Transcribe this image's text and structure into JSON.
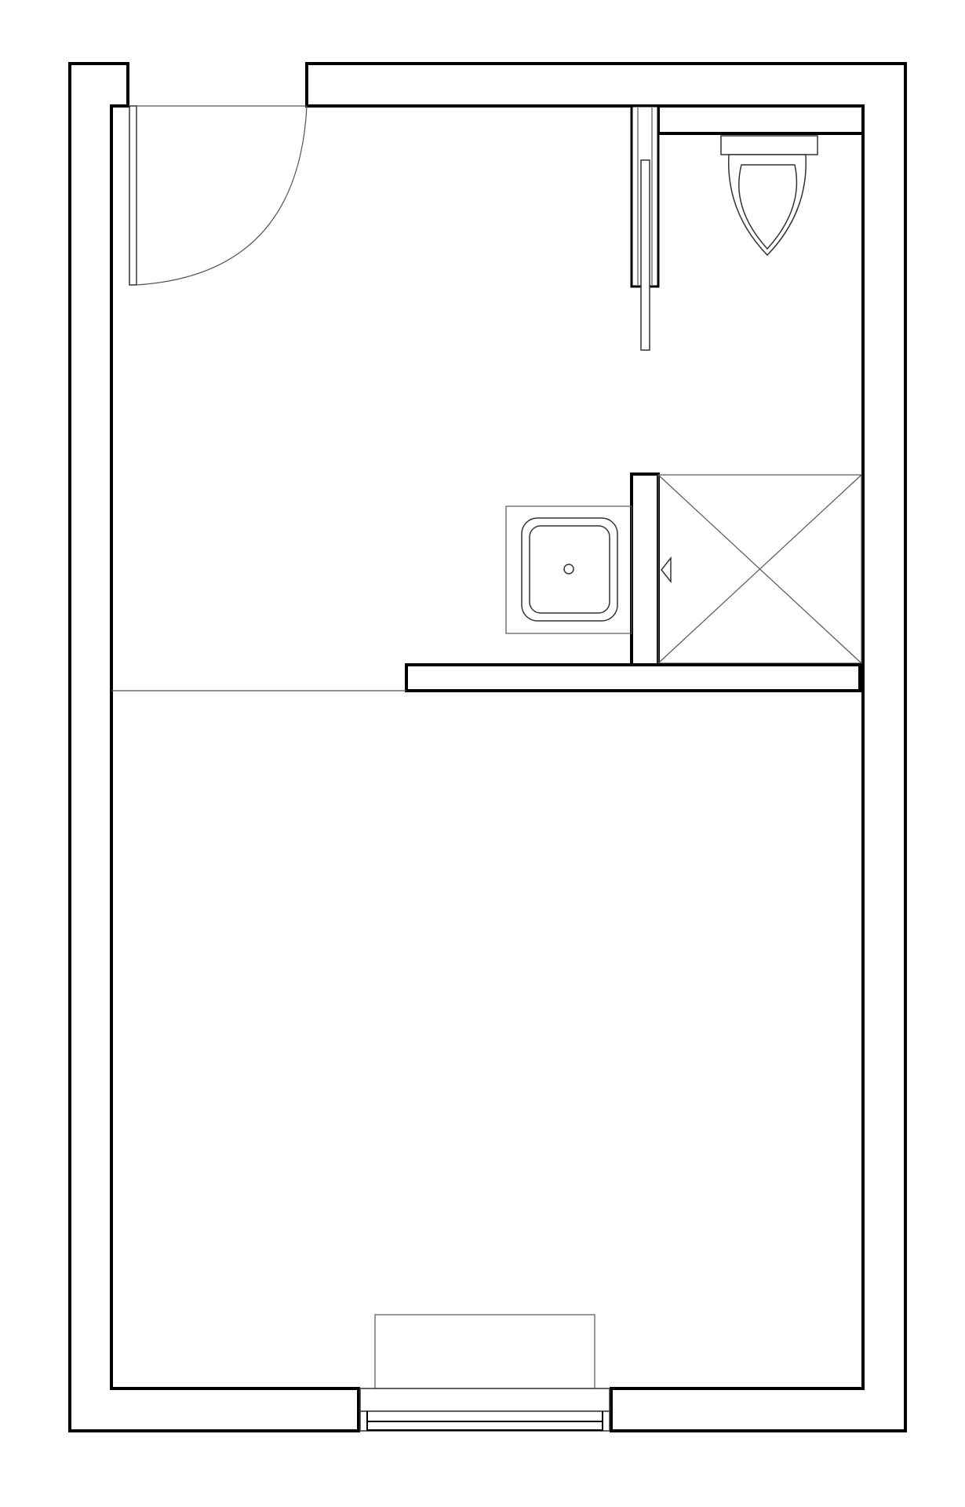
{
  "plan": {
    "colors": {
      "wall": "#000000",
      "fixture": "#333333",
      "background": "#ffffff"
    },
    "fixtures": [
      "entry-door",
      "sliding-door",
      "toilet",
      "sink",
      "shower",
      "window",
      "window-bench"
    ]
  }
}
